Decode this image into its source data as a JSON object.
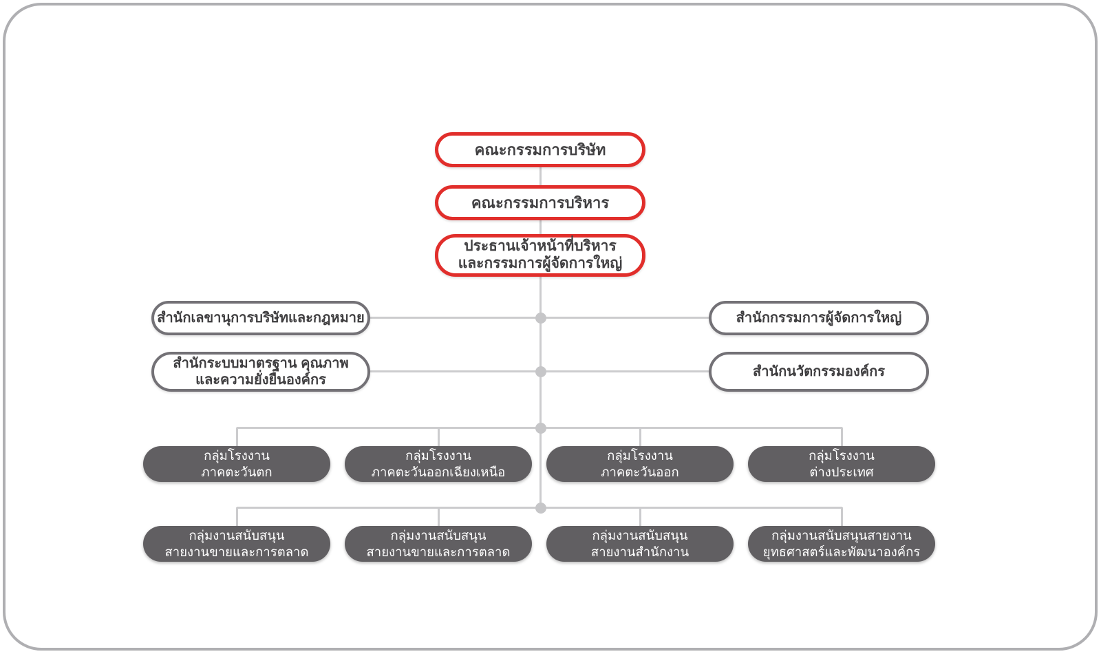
{
  "colors": {
    "red_border": "#E12E2B",
    "gray_border": "#737176",
    "dark_fill": "#615F62",
    "connector_line": "#CCCCCE",
    "junction_dot": "#C6C6C8",
    "text_dark": "#414042",
    "text_light": "#FFFFFF",
    "frame_border": "#AFAFB2"
  },
  "org_chart": {
    "executive_levels": [
      {
        "id": "board-of-directors",
        "lines": [
          "คณะกรรมการบริษัท"
        ]
      },
      {
        "id": "executive-committee",
        "lines": [
          "คณะกรรมการบริหาร"
        ]
      },
      {
        "id": "ceo-president",
        "lines": [
          "ประธานเจ้าหน้าที่บริหาร",
          "และกรรมการผู้จัดการใหญ่"
        ]
      }
    ],
    "left_offices": [
      {
        "id": "company-secretary-legal-office",
        "lines": [
          "สำนักเลขานุการบริษัทและกฎหมาย"
        ]
      },
      {
        "id": "standards-quality-sustainability-office",
        "lines": [
          "สำนักระบบมาตรฐาน คุณภาพ",
          "และความยั่งยืนองค์กร"
        ]
      }
    ],
    "right_offices": [
      {
        "id": "president-office",
        "lines": [
          "สำนักกรรมการผู้จัดการใหญ่"
        ]
      },
      {
        "id": "corporate-innovation-office",
        "lines": [
          "สำนักนวัตกรรมองค์กร"
        ]
      }
    ],
    "factory_groups": [
      {
        "id": "factory-group-west",
        "lines": [
          "กลุ่มโรงงาน",
          "ภาคตะวันตก"
        ]
      },
      {
        "id": "factory-group-northeast",
        "lines": [
          "กลุ่มโรงงาน",
          "ภาคตะวันออกเฉียงเหนือ"
        ]
      },
      {
        "id": "factory-group-east",
        "lines": [
          "กลุ่มโรงงาน",
          "ภาคตะวันออก"
        ]
      },
      {
        "id": "factory-group-international",
        "lines": [
          "กลุ่มโรงงาน",
          "ต่างประเทศ"
        ]
      }
    ],
    "support_groups": [
      {
        "id": "support-group-sales-marketing-1",
        "lines": [
          "กลุ่มงานสนับสนุน",
          "สายงานขายและการตลาด"
        ]
      },
      {
        "id": "support-group-sales-marketing-2",
        "lines": [
          "กลุ่มงานสนับสนุน",
          "สายงานขายและการตลาด"
        ]
      },
      {
        "id": "support-group-office",
        "lines": [
          "กลุ่มงานสนับสนุน",
          "สายงานสำนักงาน"
        ]
      },
      {
        "id": "support-group-strategy-development",
        "lines": [
          "กลุ่มงานสนับสนุนสายงาน",
          "ยุทธศาสตร์และพัฒนาองค์กร"
        ]
      }
    ]
  }
}
